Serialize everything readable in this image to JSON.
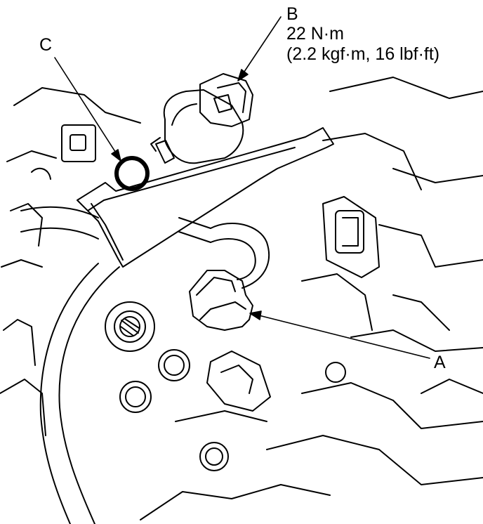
{
  "callouts": {
    "a": {
      "letter": "A"
    },
    "b": {
      "letter": "B",
      "torque": "22 N·m",
      "torque_alt": "(2.2 kgf·m, 16 lbf·ft)"
    },
    "c": {
      "letter": "C"
    }
  },
  "colors": {
    "line": "#000000",
    "background": "#ffffff"
  }
}
